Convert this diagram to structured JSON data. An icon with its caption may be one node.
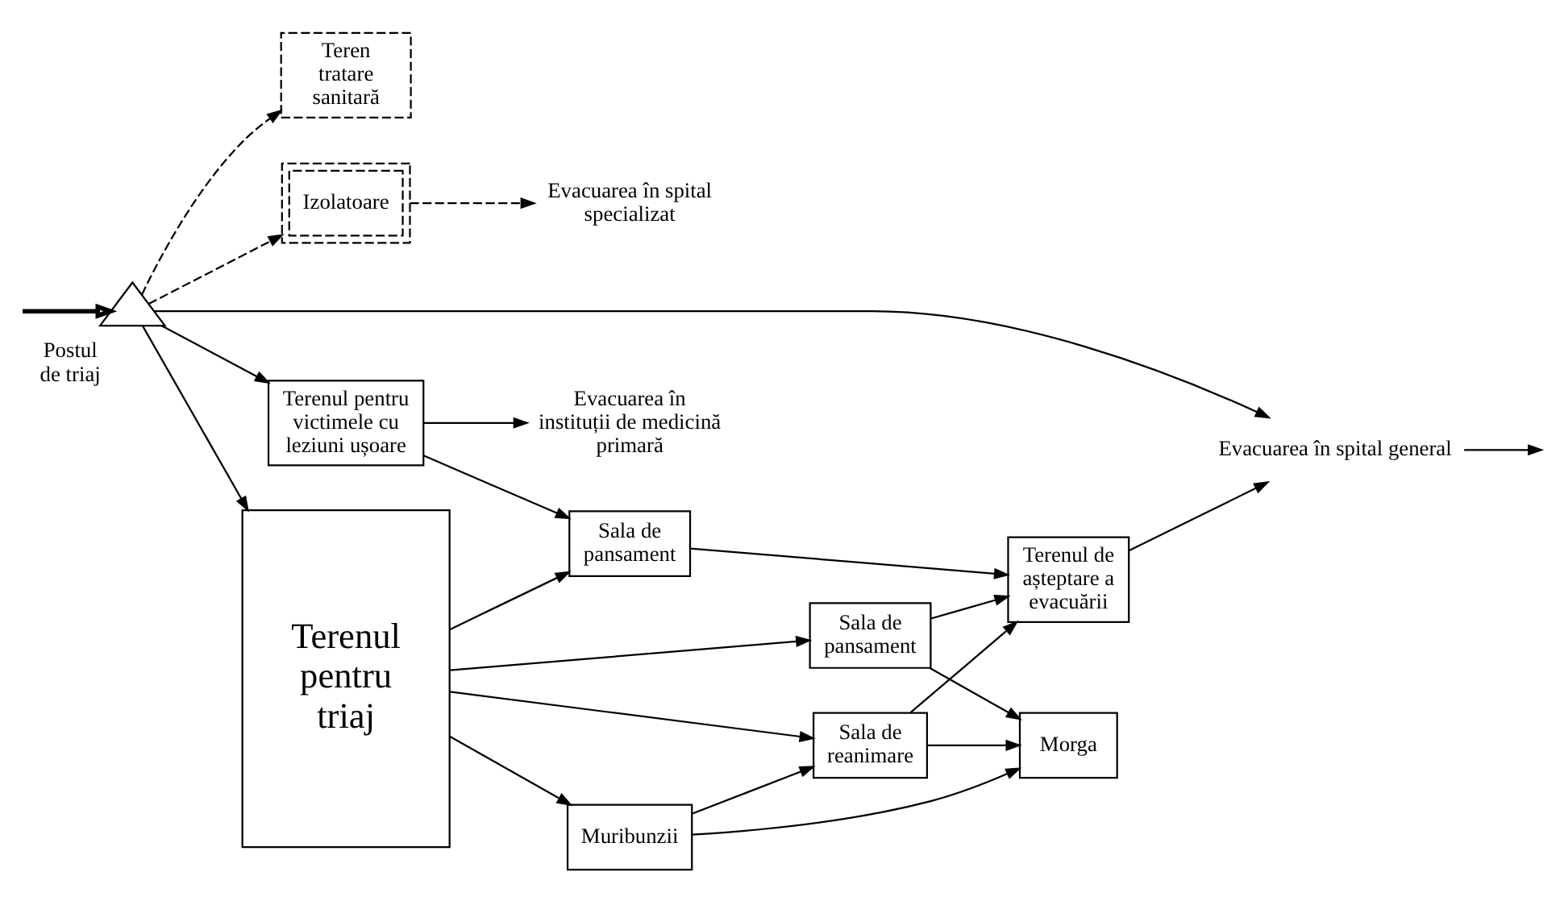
{
  "diagram": {
    "nodes": [
      {
        "text": [
          "Teren tratare sanitară"
        ]
      },
      {
        "text": [
          "Izolatoare"
        ]
      },
      {
        "text": [
          "Evacuarea în spital specializat"
        ]
      },
      {
        "text": [
          "Evacuarea în instituții de medicină primară"
        ]
      },
      {
        "text": [
          "Terenul pentru victimele cu leziuni ușoare"
        ]
      },
      {
        "text": [
          "Sala de pansament"
        ]
      },
      {
        "text": [
          "Terenul pentru triaj"
        ]
      },
      {
        "text": [
          "Postul de triaj"
        ]
      },
      {
        "text": [
          "Evacuarea în spital general"
        ]
      },
      {
        "text": [
          "Sala de pansament"
        ]
      },
      {
        "text": [
          "Terenul de așteptare a evacuării"
        ]
      },
      {
        "text": [
          "Sala de reanimare"
        ]
      },
      {
        "text": [
          "Muribunzii"
        ]
      },
      {
        "text": [
          "Morga"
        ]
      }
    ],
    "edges": [
      {
        "from": null,
        "to": 7,
        "arrow": "to",
        "style": "thick"
      },
      {
        "from": 7,
        "to": 0,
        "arrow": "to",
        "style": "dashed"
      },
      {
        "from": 7,
        "to": 1,
        "arrow": "to",
        "style": "dashed"
      },
      {
        "from": 7,
        "to": 4,
        "arrow": "to"
      },
      {
        "from": 7,
        "to": 6,
        "arrow": "to"
      },
      {
        "from": 7,
        "to": 8,
        "arrow": "to"
      },
      {
        "from": 1,
        "to": 2,
        "arrow": "to",
        "style": "dashed"
      },
      {
        "from": 4,
        "to": 3,
        "arrow": "to"
      },
      {
        "from": 4,
        "to": 5,
        "arrow": "to"
      },
      {
        "from": 6,
        "to": 5,
        "arrow": "to"
      },
      {
        "from": 5,
        "to": 10,
        "arrow": "to"
      },
      {
        "from": 6,
        "to": 9,
        "arrow": "to"
      },
      {
        "from": 6,
        "to": 11,
        "arrow": "to"
      },
      {
        "from": 6,
        "to": 12,
        "arrow": "to"
      },
      {
        "from": 9,
        "to": 10,
        "arrow": "to"
      },
      {
        "from": 9,
        "to": 13,
        "arrow": "to"
      },
      {
        "from": 11,
        "to": 10,
        "arrow": "to"
      },
      {
        "from": 11,
        "to": 13,
        "arrow": "to"
      },
      {
        "from": 12,
        "to": 11,
        "arrow": "to"
      },
      {
        "from": 12,
        "to": 13,
        "arrow": "to"
      },
      {
        "from": 10,
        "to": 8,
        "arrow": "to"
      },
      {
        "from": 8,
        "to": null,
        "arrow": "to"
      }
    ]
  }
}
